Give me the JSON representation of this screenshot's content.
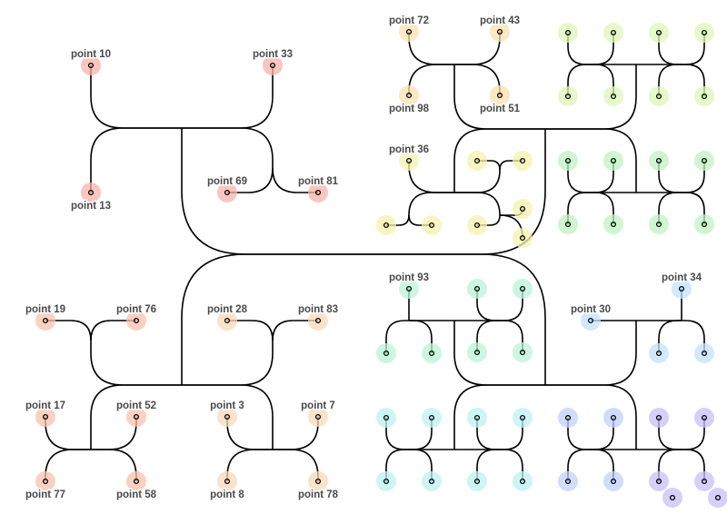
{
  "colors": {
    "red": "#f7b3aa",
    "salmon": "#f8c1ac",
    "peach": "#fbd8b8",
    "orange": "#fbe0ad",
    "yellow": "#f6f2ad",
    "lightgreen": "#ddf7b8",
    "green": "#bff3c0",
    "teal": "#b9f3d8",
    "cyan": "#bdf1f3",
    "lightblue": "#c3e2fb",
    "blue": "#c0d0fb",
    "purple": "#c8bff7"
  },
  "points": [
    {
      "label": "point 10",
      "group": "red"
    },
    {
      "label": "point 13",
      "group": "red"
    },
    {
      "label": "point 33",
      "group": "red"
    },
    {
      "label": "point 69",
      "group": "red"
    },
    {
      "label": "point 81",
      "group": "red"
    },
    {
      "label": "point 19",
      "group": "salmon"
    },
    {
      "label": "point 76",
      "group": "salmon"
    },
    {
      "label": "point 17",
      "group": "salmon"
    },
    {
      "label": "point 52",
      "group": "salmon"
    },
    {
      "label": "point 77",
      "group": "salmon"
    },
    {
      "label": "point 58",
      "group": "salmon"
    },
    {
      "label": "point 28",
      "group": "peach"
    },
    {
      "label": "point 83",
      "group": "peach"
    },
    {
      "label": "point 3",
      "group": "peach"
    },
    {
      "label": "point 7",
      "group": "peach"
    },
    {
      "label": "point 8",
      "group": "peach"
    },
    {
      "label": "point 78",
      "group": "peach"
    },
    {
      "label": "point 72",
      "group": "orange"
    },
    {
      "label": "point 43",
      "group": "orange"
    },
    {
      "label": "point 98",
      "group": "orange"
    },
    {
      "label": "point 51",
      "group": "orange"
    },
    {
      "label": "point 36",
      "group": "yellow"
    },
    {
      "label": "point 93",
      "group": "teal"
    },
    {
      "label": "point 30",
      "group": "lightblue"
    },
    {
      "label": "point 34",
      "group": "lightblue"
    }
  ]
}
